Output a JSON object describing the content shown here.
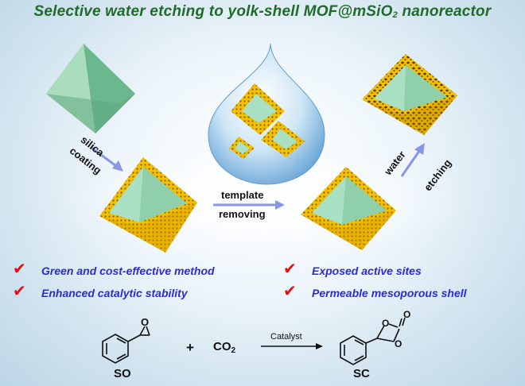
{
  "title": {
    "main": "Selective water etching to yolk-shell MOF@mSiO",
    "sub": "2",
    "tail": " nanoreactor"
  },
  "steps": {
    "silica_coating": [
      "silica",
      "coating"
    ],
    "template_removing": [
      "template",
      "removing"
    ],
    "water_etching": [
      "water",
      "etching"
    ]
  },
  "features": [
    "Green and cost-effective method",
    "Exposed active sites",
    "Enhanced catalytic stability",
    "Permeable mesoporous shell"
  ],
  "check_glyph": "✔",
  "reaction": {
    "reactant_label": "SO",
    "plus": "+",
    "co2_main": "CO",
    "co2_sub": "2",
    "catalyst": "Catalyst",
    "product_label": "SC",
    "ring_O": "O",
    "carbonyl_O": "O"
  },
  "colors": {
    "title": "#1f6b2a",
    "features": "#2b2bd6",
    "check": "#e01010",
    "mof": "#9ed8b4",
    "shell": "#e2a800"
  }
}
